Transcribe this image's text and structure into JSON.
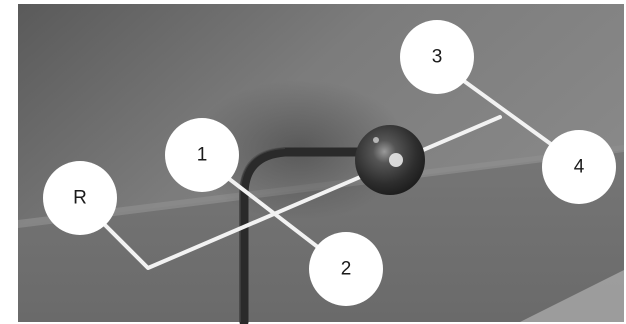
{
  "gear_labels": {
    "reverse": "R",
    "first": "1",
    "second": "2",
    "third": "3",
    "fourth": "4"
  },
  "colors": {
    "shift_pattern_line": "#f2f2f2",
    "label_circle": "#ffffff",
    "label_text": "#1a1a1a",
    "knob": "#3a3a3a"
  }
}
